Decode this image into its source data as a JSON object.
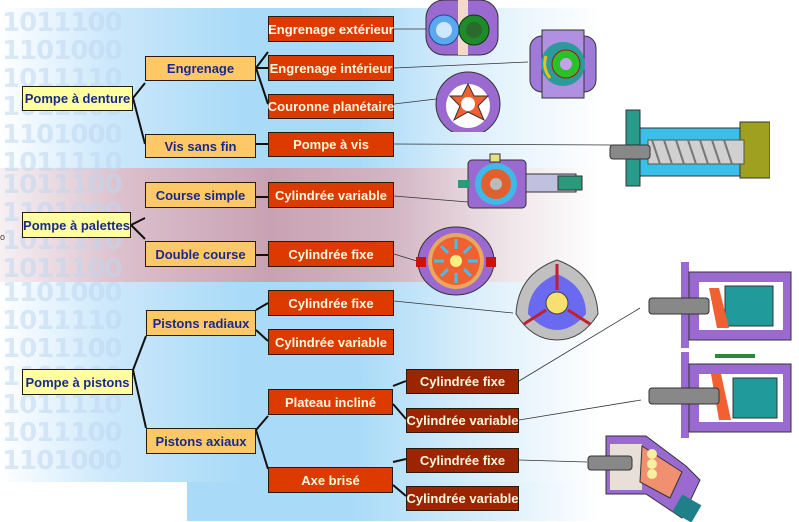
{
  "diagram": {
    "background_binary": [
      "1011100",
      "1101000",
      "1011110",
      "1011100",
      "1101000",
      "1011110",
      "1011100",
      "1101000",
      "1011110",
      "1011100",
      "1101000",
      "1011110",
      "1011100",
      "1101000",
      "1011110",
      "1011100",
      "1101000",
      "1011110"
    ],
    "colors": {
      "root_fill": "#ffffa0",
      "category_fill": "#ffc866",
      "leaf_fill": "#dd3a00",
      "subleaf_fill": "#9a2500",
      "label_blue": "#1a2a8c",
      "label_light": "#fff8e0",
      "band_blue": "#a9dbf8",
      "band_mauve": "#c8a2b3"
    },
    "groups": [
      {
        "root": "Pompe à denture",
        "categories": [
          {
            "label": "Engrenage",
            "leaves": [
              "Engrenage extérieur",
              "Engrenage intérieur",
              "Couronne planétaire"
            ]
          },
          {
            "label": "Vis sans fin",
            "leaves": [
              "Pompe à vis"
            ]
          }
        ]
      },
      {
        "root": "Pompe à palettes",
        "categories": [
          {
            "label": "Course simple",
            "leaves": [
              "Cylindrée variable"
            ]
          },
          {
            "label": "Double course",
            "leaves": [
              "Cylindrée fixe"
            ]
          }
        ]
      },
      {
        "root": "Pompe à pistons",
        "categories": [
          {
            "label": "Pistons radiaux",
            "leaves": [
              "Cylindrée fixe",
              "Cylindrée variable"
            ]
          },
          {
            "label": "Pistons axiaux",
            "subcategories": [
              {
                "label": "Plateau incliné",
                "leaves": [
                  "Cylindrée fixe",
                  "Cylindrée variable"
                ]
              },
              {
                "label": "Axe brisé",
                "leaves": [
                  "Cylindrée fixe",
                  "Cylindrée variable"
                ]
              }
            ]
          }
        ]
      }
    ],
    "illustrations": [
      "external-gear-pump-icon",
      "internal-gear-pump-icon",
      "planetary-ring-pump-icon",
      "screw-pump-icon",
      "variable-vane-pump-icon",
      "fixed-vane-pump-icon",
      "radial-piston-pump-icon",
      "swashplate-fixed-pump-icon",
      "swashplate-variable-pump-icon",
      "bent-axis-pump-icon"
    ]
  }
}
